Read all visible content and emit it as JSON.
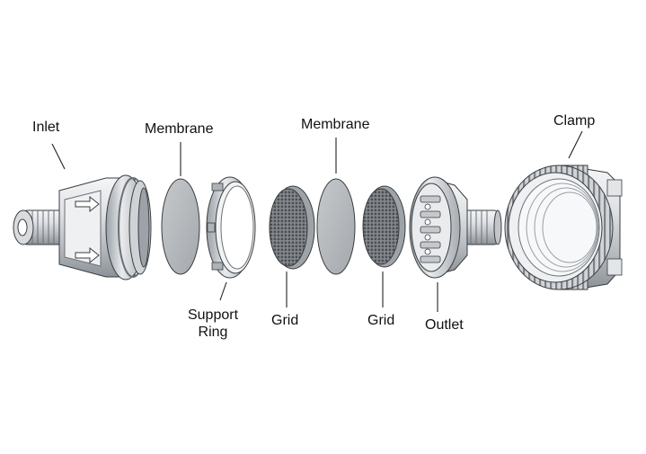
{
  "labels": {
    "inlet": "Inlet",
    "membrane_1": "Membrane",
    "membrane_2": "Membrane",
    "clamp": "Clamp",
    "support_ring": "Support\nRing",
    "grid_1": "Grid",
    "grid_2": "Grid",
    "outlet": "Outlet"
  },
  "colors": {
    "metal_light": "#e6e9ec",
    "metal_mid": "#bfc4c9",
    "metal_dark": "#7e848a",
    "membrane": "#b7bbbf",
    "grid": "#6f7378",
    "outline": "#3a3d40",
    "leader": "#222222"
  }
}
